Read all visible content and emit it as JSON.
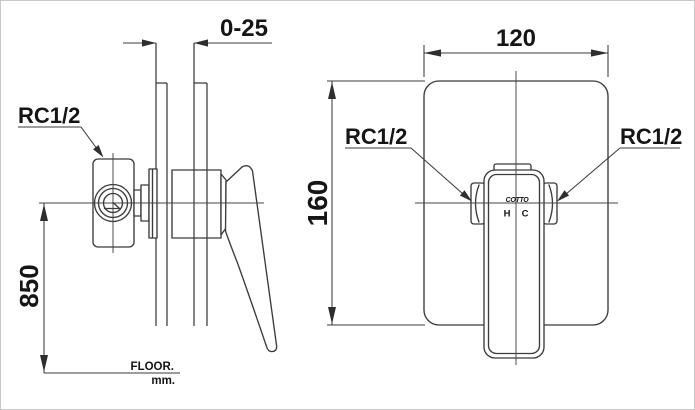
{
  "colors": {
    "background": "#ffffff",
    "line": "#3b3b3b",
    "text": "#151515",
    "border": "#c9c9c9"
  },
  "side_view": {
    "wall_depth_dim": "0-25",
    "inlet_label": "RC1/2",
    "height_dim": "850",
    "floor_label": "FLOOR.",
    "unit_label": "mm."
  },
  "front_view": {
    "width_dim": "120",
    "height_dim": "160",
    "inlet_left_label": "RC1/2",
    "inlet_right_label": "RC1/2",
    "handle": {
      "logo": "COTTO",
      "hot_marker": "H",
      "cold_marker": "C"
    }
  }
}
